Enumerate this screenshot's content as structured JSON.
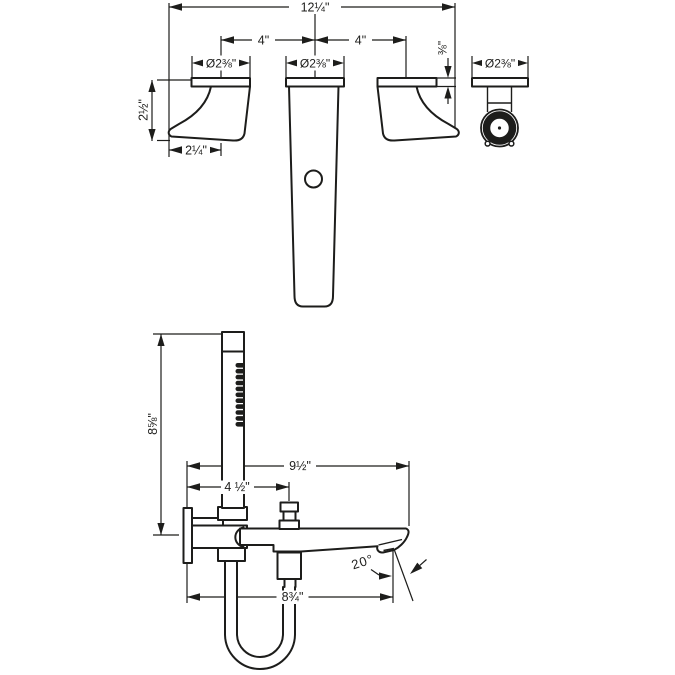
{
  "colors": {
    "background": "#ffffff",
    "line": "#1d1d1b"
  },
  "top": {
    "overall_width": "12¼\"",
    "left_spacing": "4\"",
    "right_spacing": "4\"",
    "left_handle_diameter": "Ø2⅜\"",
    "spout_diameter": "Ø2⅜\"",
    "front_handle_diameter": "Ø2⅜\"",
    "escutcheon_thickness": "⅜\"",
    "handle_height": "2½\"",
    "handle_projection": "2¼\""
  },
  "bottom": {
    "handshower_height": "8⅝\"",
    "spout_reach": "9½\"",
    "diverter_distance": "4 ½\"",
    "outlet_distance": "8¾\"",
    "spray_angle": "20°"
  }
}
